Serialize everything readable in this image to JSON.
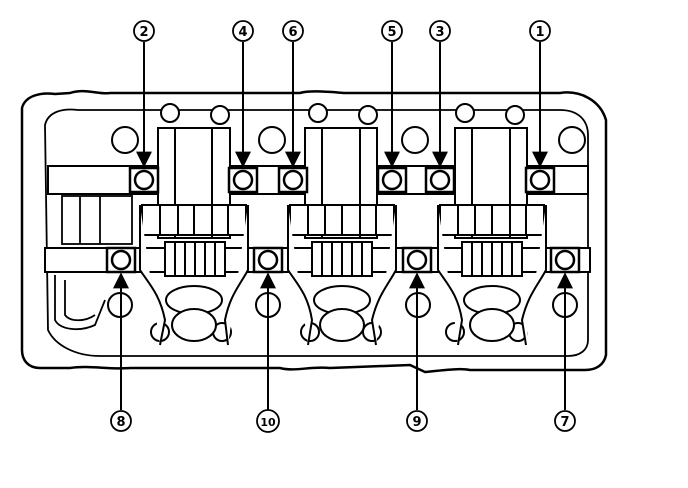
{
  "figure": {
    "line_color": "#000000",
    "background": "#ffffff",
    "callouts": {
      "c1": "1",
      "c2": "2",
      "c3": "3",
      "c4": "4",
      "c5": "5",
      "c6": "6",
      "c7": "7",
      "c8": "8",
      "c9": "9",
      "c10": "10"
    }
  }
}
